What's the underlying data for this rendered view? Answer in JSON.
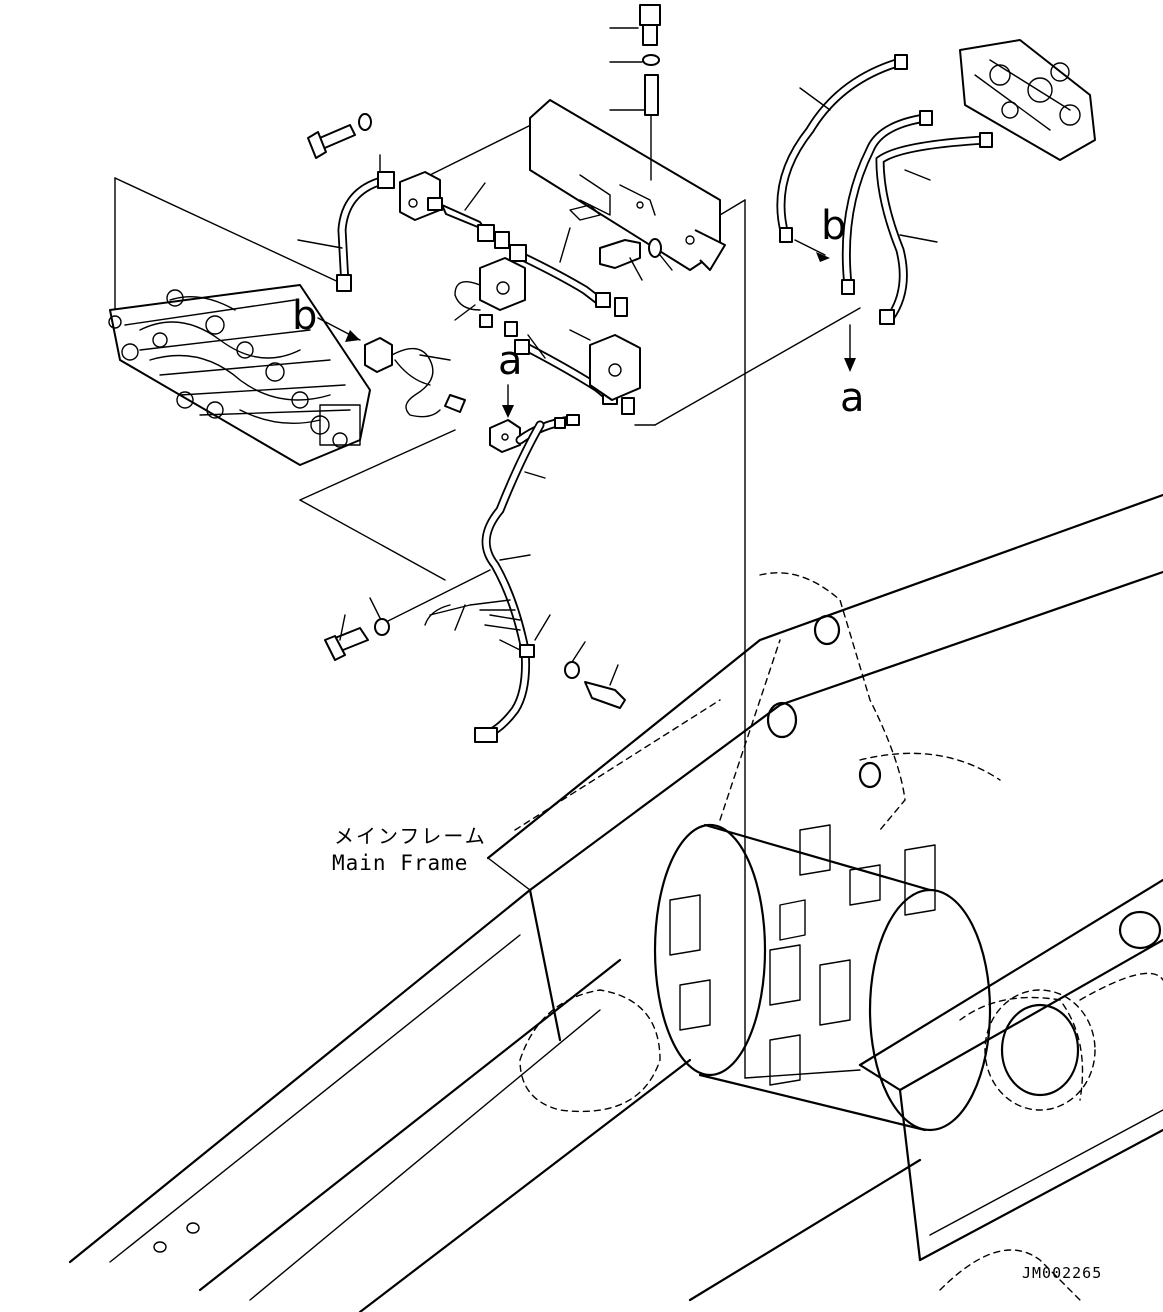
{
  "callouts": {
    "b_left": "b",
    "b_right": "b",
    "a_center": "a",
    "a_right": "a"
  },
  "frame_label": {
    "japanese": "メインフレーム",
    "english": "Main Frame"
  },
  "drawing_code": "JM002265"
}
